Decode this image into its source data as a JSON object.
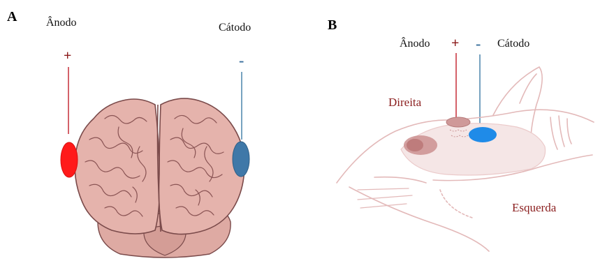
{
  "panel_a": {
    "letter": "A",
    "anode_label": "Ânodo",
    "cathode_label": "Cátodo",
    "anode_sign": "+",
    "cathode_sign": "-"
  },
  "panel_b": {
    "letter": "B",
    "anode_label": "Ânodo",
    "cathode_label": "Cátodo",
    "anode_sign": "+",
    "cathode_sign": "-",
    "right_label": "Direita",
    "left_label": "Esquerda"
  },
  "colors": {
    "brain_fill": "#e5b3ac",
    "brain_stroke": "#7a4a4a",
    "anode_electrode": "#ff1a1a",
    "cathode_electrode": "#3f78a8",
    "rat_outline": "#e3b9b9",
    "rat_cathode": "#1f8be8",
    "lead_red": "#c21f2a",
    "lead_blue": "#3d7aa6"
  }
}
